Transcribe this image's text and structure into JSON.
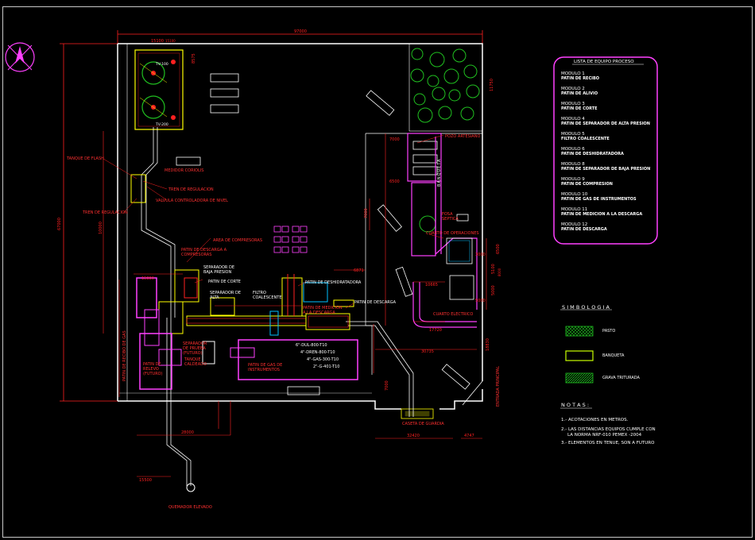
{
  "colors": {
    "background": "#000000",
    "dimension": "#ff2020",
    "wall": "#ffffff",
    "pipe": "#ffff00",
    "equipment": "#ff40ff",
    "tree": "#20c020",
    "process_text": "#ff3030",
    "legend_border": "#ff40ff"
  },
  "north_arrow_icon": "north-arrow-icon",
  "dimensions": {
    "overall_width": "97000",
    "overall_height": "67000",
    "top_left": "15100",
    "top_small": "8575",
    "top_small_b": "15100",
    "right_top": "11750",
    "bottom_1": "28000",
    "bottom_2": "15500",
    "bottom_3": "32420",
    "bottom_4": "4747",
    "right_mid_1": "6500",
    "right_mid_2": "5100",
    "right_mid_3": "5000",
    "right_mid_4": "8000",
    "right_low": "18830",
    "mid_1": "7000",
    "mid_2": "6500",
    "mid_3": "7000",
    "mid_4": "10665",
    "mid_5": "17720",
    "mid_6": "30735",
    "mid_7": "6871",
    "mid_8": "7000",
    "left_1": "15000",
    "left_2": "10000",
    "left_3": "5000",
    "left_4": "3000"
  },
  "plan_labels": {
    "tank_top": "TV-100",
    "tank_bottom": "TV-200",
    "tanque_flash": "TANQUE DE FLASH",
    "medidor_coriolis": "MEDIDOR CORIOLIS",
    "tren_regulacion_1": "TREN DE REGULACION",
    "tren_regulacion_2": "TREN DE REGULACION",
    "valvula": "VALVULA CONTROLADORA DE NIVEL",
    "area_compresoras": "AREA DE COMPRESORAS",
    "patin_descarga_comp": "PATIN DE DESCARGA A COMPRESORAS",
    "separador_baja": "SEPARADOR DE BAJA PRESION",
    "patin_corte": "PATIN DE CORTE",
    "separador_alta": "SEPARADOR DE ALTA",
    "filtro_coalescente": "FILTRO COALESCENTE",
    "patin_deshidratadora": "PATIN DE DESHIDRATADORA",
    "patin_medicion": "PATIN DE MEDICION A LA DESCARGA",
    "patin_descarga": "PATIN DE DESCARGA",
    "separador_prueba": "SEPARADOR DE PRUEBA (FUTURO)",
    "tanque_caldeado": "TANQUE CALDEADO",
    "patin_relevo": "PATIN DE RELEVO (FUTURO)",
    "patin_gas": "PATIN DE GAS DE INSTRUMENTOS",
    "patin_recibo_gas": "PATIN DE RECIBO DE GAS",
    "pipe_1": "6\"-DUL-800-T10",
    "pipe_2": "4\"-DREN-800-T10",
    "pipe_3": "4\"-GAS-300-T10",
    "pipe_4": "2\"-G-401-T10",
    "pozo_artesiano": "POZO ARTESIANO",
    "banqueta": "BANQUETA",
    "fosa_septica": "FOSA SEPTICA",
    "cuarto_operaciones": "CUARTO DE OPERACIONES",
    "cuarto_electrico": "CUARTO ELECTRICO",
    "entrada_principal": "ENTRADA PRINCIPAL",
    "caseta_guardia": "CASETA DE GUARDIA",
    "quemador": "QUEMADOR ELEVADO"
  },
  "equipment_list": {
    "title": "LISTA DE EQUIPO PROCESO",
    "modules": [
      {
        "module": "MODULO 1",
        "name": "PATIN DE RECIBO"
      },
      {
        "module": "MODULO 2",
        "name": "PATIN DE ALIVIO"
      },
      {
        "module": "MODULO 3",
        "name": "PATIN DE CORTE"
      },
      {
        "module": "MODULO 4",
        "name": "PATIN DE SEPARADOR DE ALTA PRESION"
      },
      {
        "module": "MODULO 5",
        "name": "FILTRO COALESCENTE"
      },
      {
        "module": "MODULO 6",
        "name": "PATIN DE DESHIDRATADORA"
      },
      {
        "module": "MODULO 8",
        "name": "PATIN DE SEPARADOR DE BAJA PRESION"
      },
      {
        "module": "MODULO 9",
        "name": "PATIN DE COMPRESION"
      },
      {
        "module": "MODULO 10",
        "name": "PATIN DE GAS DE INSTRUMENTOS"
      },
      {
        "module": "MODULO 11",
        "name": "PATIN DE MEDICION A LA DESCARGA"
      },
      {
        "module": "MODULO 12",
        "name": "PATIN DE DESCARGA"
      }
    ]
  },
  "symbology": {
    "title": "S I M B O L O G I A",
    "items": [
      {
        "label": "PASTO",
        "color": "#20c020"
      },
      {
        "label": "BANQUETA",
        "color": "#c8ff00"
      },
      {
        "label": "GRAVA TRITURADA",
        "color": "#20c020"
      }
    ]
  },
  "notes": {
    "title": "N O T A S :",
    "items": [
      "1.- ACOTACIONES EN METROS.",
      "2.- LAS DISTANCIAS EQUIPOS CUMPLE CON",
      "LA NORMA NRF-010 PEMEX -2004",
      "3.- ELEMENTOS EN TENUE, SON A FUTURO"
    ]
  }
}
